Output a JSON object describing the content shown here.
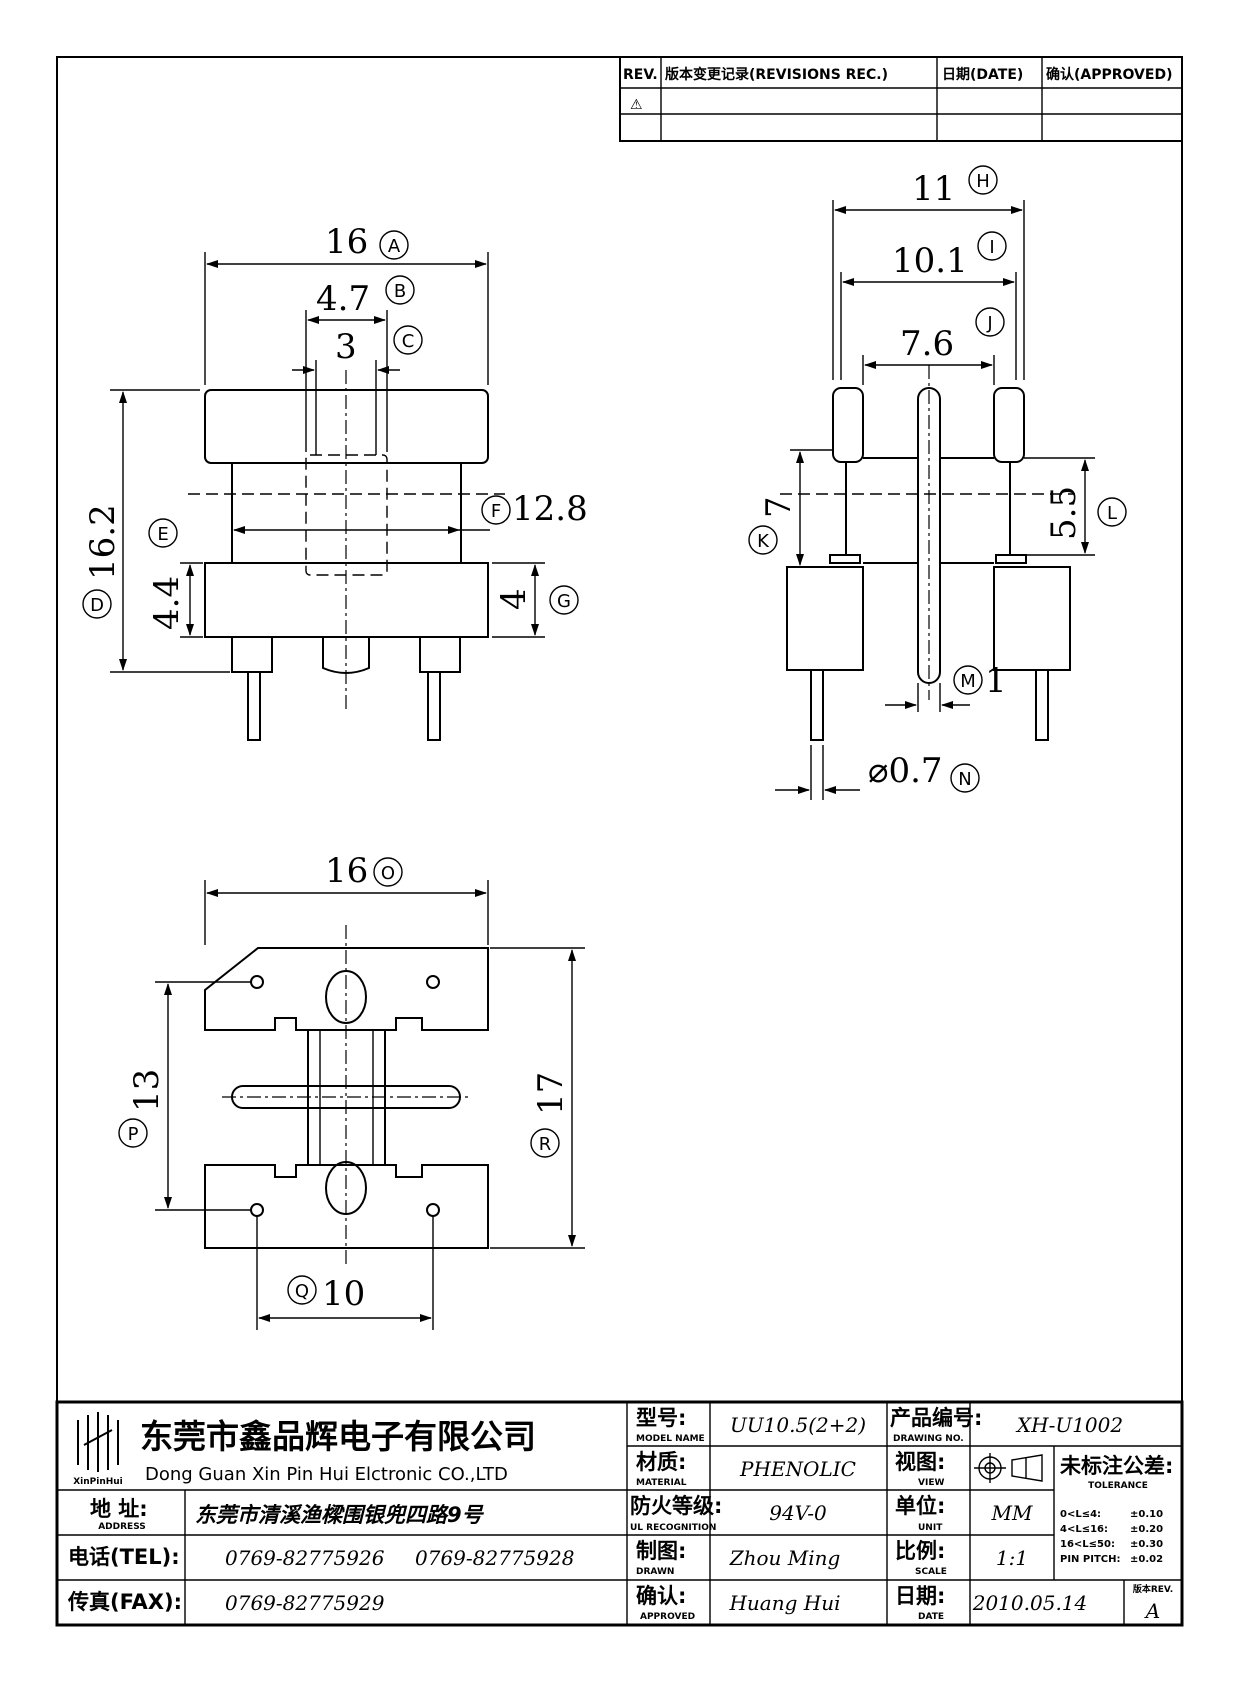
{
  "revision_block": {
    "headers": [
      "REV.",
      "版本变更记录(REVISIONS REC.)",
      "日期(DATE)",
      "确认(APPROVED)"
    ],
    "rev_marker": "⚠"
  },
  "views": {
    "front": {
      "dims": [
        {
          "id": "A",
          "value": "16"
        },
        {
          "id": "B",
          "value": "4.7"
        },
        {
          "id": "C",
          "value": "3"
        },
        {
          "id": "D",
          "value": "16.2"
        },
        {
          "id": "E",
          "value": "4.4"
        },
        {
          "id": "F",
          "value": "12.8"
        },
        {
          "id": "G",
          "value": "4"
        }
      ]
    },
    "side": {
      "dims": [
        {
          "id": "H",
          "value": "11"
        },
        {
          "id": "I",
          "value": "10.1"
        },
        {
          "id": "J",
          "value": "7.6"
        },
        {
          "id": "K",
          "value": "7"
        },
        {
          "id": "L",
          "value": "5.5"
        },
        {
          "id": "M",
          "value": "1"
        },
        {
          "id": "N",
          "value": "⌀0.7"
        }
      ]
    },
    "bottom": {
      "dims": [
        {
          "id": "O",
          "value": "16"
        },
        {
          "id": "P",
          "value": "13"
        },
        {
          "id": "Q",
          "value": "10"
        },
        {
          "id": "R",
          "value": "17"
        }
      ]
    }
  },
  "title_block": {
    "logo_text": "XinPinHui",
    "company_cn": "东莞市鑫品辉电子有限公司",
    "company_en": "Dong Guan Xin Pin Hui Elctronic CO.,LTD",
    "address_label_cn": "地  址:",
    "address_label_en": "ADDRESS",
    "address": "东莞市清溪渔樑围银兜四路9号",
    "tel_label": "电话(TEL):",
    "tel_1": "0769-82775926",
    "tel_2": "0769-82775928",
    "fax_label": "传真(FAX):",
    "fax": "0769-82775929",
    "fields": {
      "model": {
        "cn": "型号:",
        "en": "MODEL NAME",
        "value": "UU10.5(2+2)"
      },
      "material": {
        "cn": "材质:",
        "en": "MATERIAL",
        "value": "PHENOLIC"
      },
      "ul": {
        "cn": "防火等级:",
        "en": "UL RECOGNITION",
        "value": "94V-0"
      },
      "drawn": {
        "cn": "制图:",
        "en": "DRAWN",
        "value": "Zhou Ming"
      },
      "approved": {
        "cn": "确认:",
        "en": "APPROVED",
        "value": "Huang Hui"
      },
      "drawing_no": {
        "cn": "产品编号:",
        "en": "DRAWING NO.",
        "value": "XH-U1002"
      },
      "view": {
        "cn": "视图:",
        "en": "VIEW"
      },
      "unit": {
        "cn": "单位:",
        "en": "UNIT",
        "value": "MM"
      },
      "scale": {
        "cn": "比例:",
        "en": "SCALE",
        "value": "1:1"
      },
      "date": {
        "cn": "日期:",
        "en": "DATE",
        "value": "2010.05.14"
      }
    },
    "tolerance": {
      "title_cn": "未标注公差:",
      "title_en": "TOLERANCE",
      "rows": [
        {
          "range": "0<L≤4:",
          "value": "±0.10"
        },
        {
          "range": "4<L≤16:",
          "value": "±0.20"
        },
        {
          "range": "16<L≤50:",
          "value": "±0.30"
        },
        {
          "range": "PIN PITCH:",
          "value": "±0.02"
        }
      ]
    },
    "rev": {
      "label": "版本REV.",
      "value": "A"
    }
  }
}
